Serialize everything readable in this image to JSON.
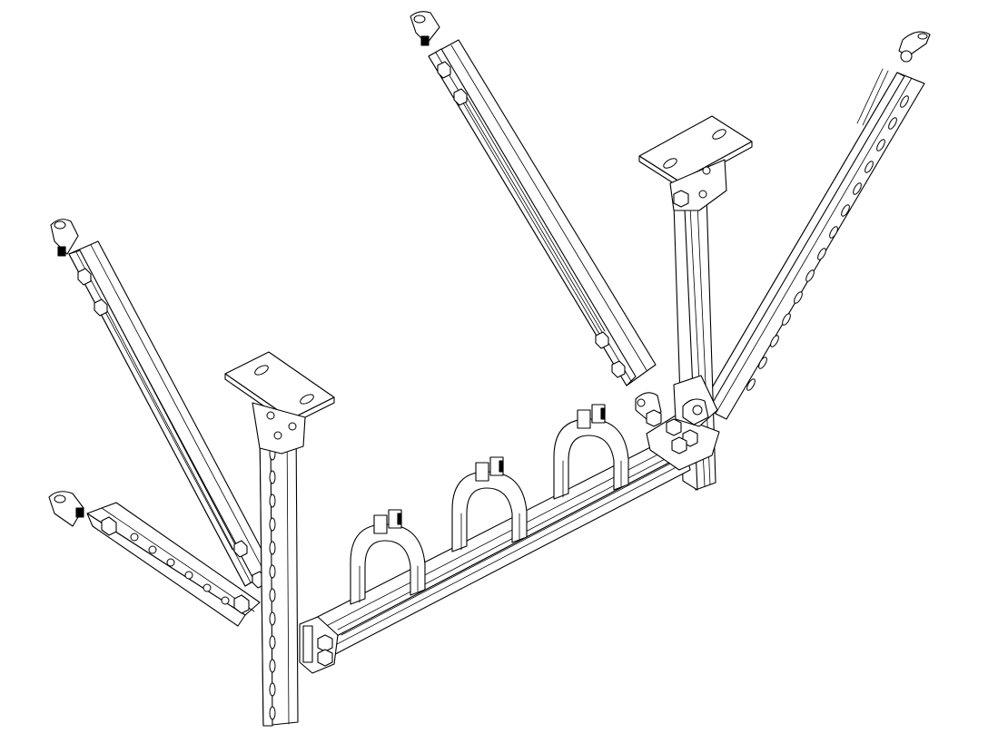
{
  "drawing": {
    "colors": {
      "line": "#000000",
      "fill": "#ffffff",
      "background": "#ffffff"
    },
    "parts": [
      "ceiling-base-plate-left",
      "ceiling-base-plate-right",
      "vertical-strut-left",
      "vertical-strut-right",
      "diagonal-brace-rear-left",
      "diagonal-brace-front-left",
      "diagonal-brace-rear-center",
      "diagonal-brace-right",
      "horizontal-cross-beam",
      "pipe-clamp",
      "hinge-bracket",
      "hex-bolt"
    ]
  }
}
